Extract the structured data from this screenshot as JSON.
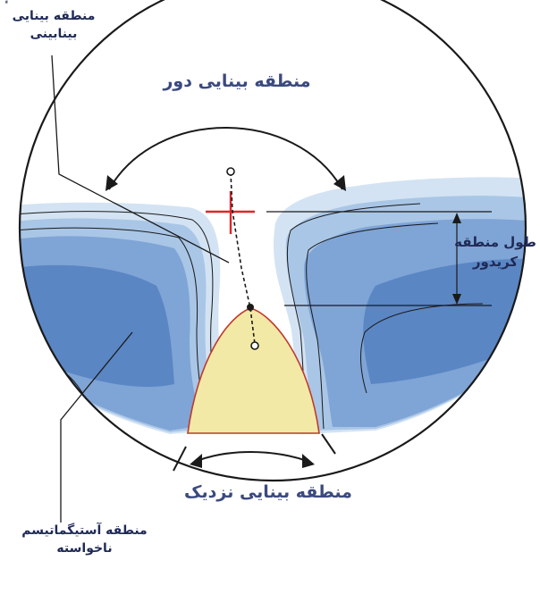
{
  "labels": {
    "intermediate_zone": [
      "منطقه بینایی",
      "بینابینی"
    ],
    "distance_zone": "منطقه بینایی دور",
    "corridor_length": [
      "طول منطقه",
      "کریدور"
    ],
    "near_zone": "منطقه بینایی نزدیک",
    "astigmatism_zone": [
      "منطقه آستیگماتیسم",
      "ناخواسته"
    ],
    "corner_tick": "ٔ"
  },
  "colors": {
    "outline": "#1a1a1a",
    "lens_fill": "#ffffff",
    "blue_light": "#dbe8f5",
    "blue_mid": "#a9c6e6",
    "blue_deep": "#6f98cf",
    "blue_core": "#4f7dbd",
    "near_fill": "#f3e9a6",
    "near_outline": "#c0392b",
    "fitting_cross": "#e0262a",
    "label_text": "#1f2a55"
  }
}
